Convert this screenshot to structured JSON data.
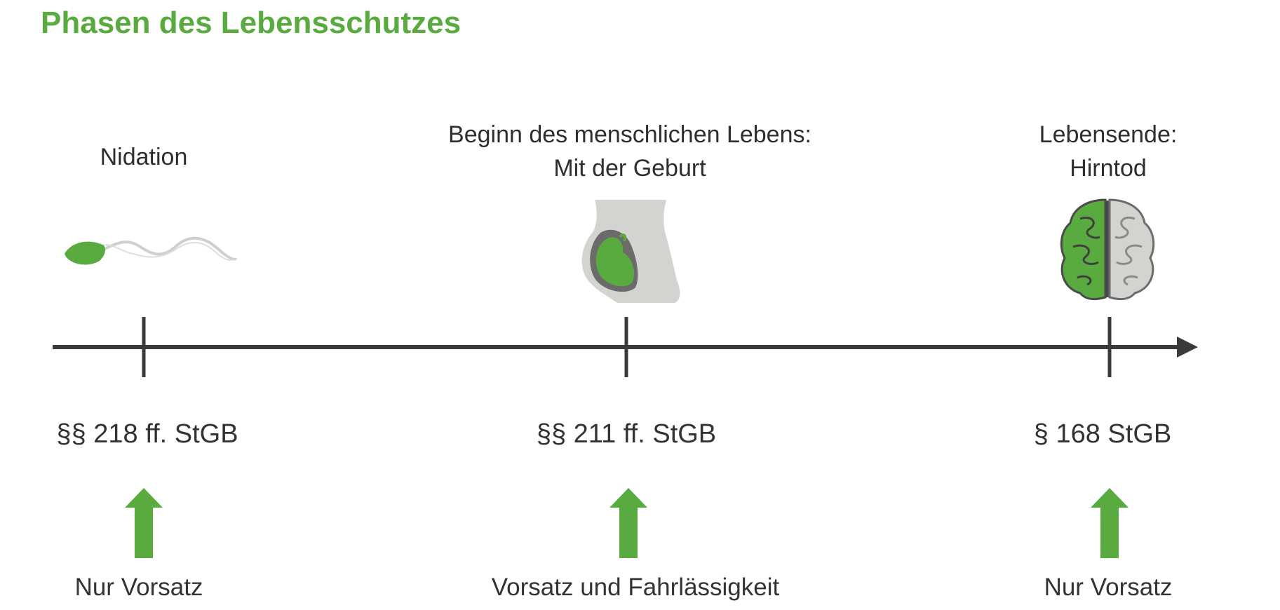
{
  "title": "Phasen des Lebensschutzes",
  "colors": {
    "accent": "#5aab3f",
    "axis": "#3a3a3a",
    "gray": "#d0d0cc",
    "dark_gray": "#6b6b6b"
  },
  "phases": [
    {
      "top_label_lines": [
        "Nidation"
      ],
      "icon": "sperm-icon",
      "law": "§§ 218 ff. StGB",
      "intent": "Nur Vorsatz"
    },
    {
      "top_label_lines": [
        "Beginn des menschlichen Lebens:",
        "Mit der Geburt"
      ],
      "icon": "pregnancy-icon",
      "law": "§§ 211 ff. StGB",
      "intent": "Vorsatz und Fahrlässigkeit"
    },
    {
      "top_label_lines": [
        "Lebensende:",
        "Hirntod"
      ],
      "icon": "brain-icon",
      "law": "§ 168 StGB",
      "intent": "Nur Vorsatz"
    }
  ]
}
